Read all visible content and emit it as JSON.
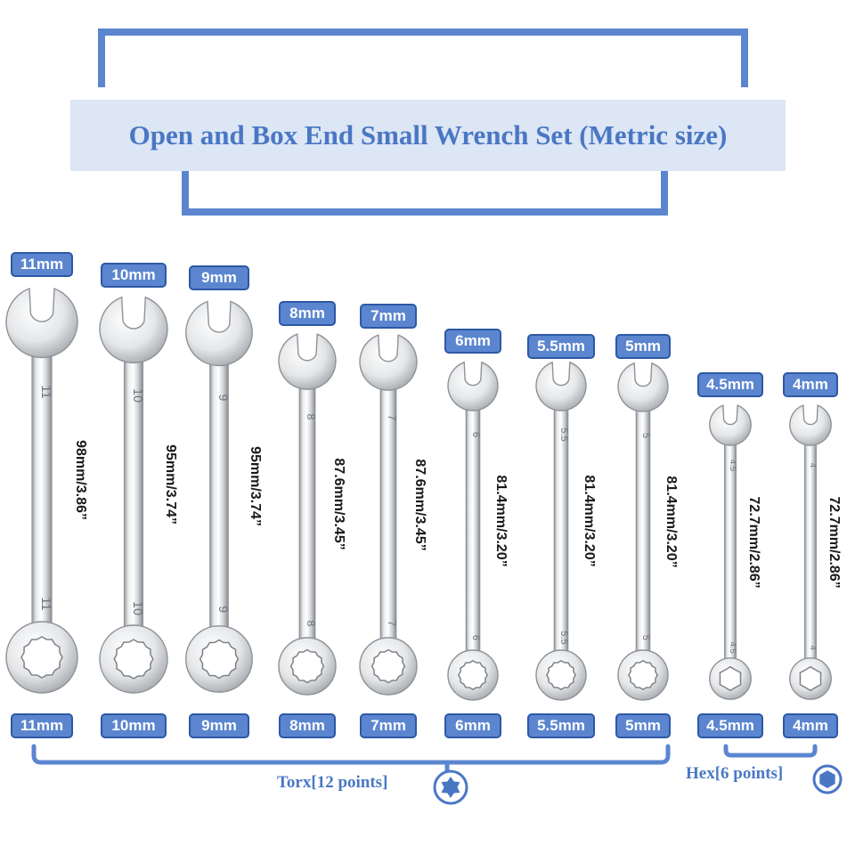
{
  "title": "Open and Box End Small Wrench Set (Metric size)",
  "wrenches": [
    {
      "size": "11mm",
      "stamp": "11",
      "length": "98mm/3.86”",
      "head": "12-point"
    },
    {
      "size": "10mm",
      "stamp": "10",
      "length": "95mm/3.74”",
      "head": "12-point"
    },
    {
      "size": "9mm",
      "stamp": "9",
      "length": "95mm/3.74”",
      "head": "12-point"
    },
    {
      "size": "8mm",
      "stamp": "8",
      "length": "87.6mm/3.45”",
      "head": "12-point"
    },
    {
      "size": "7mm",
      "stamp": "7",
      "length": "87.6mm/3.45”",
      "head": "12-point"
    },
    {
      "size": "6mm",
      "stamp": "6",
      "length": "81.4mm/3.20”",
      "head": "12-point"
    },
    {
      "size": "5.5mm",
      "stamp": "5.5",
      "length": "81.4mm/3.20”",
      "head": "12-point"
    },
    {
      "size": "5mm",
      "stamp": "5",
      "length": "81.4mm/3.20”",
      "head": "12-point"
    },
    {
      "size": "4.5mm",
      "stamp": "4.5",
      "length": "72.7mm/2.86”",
      "head": "6-point"
    },
    {
      "size": "4mm",
      "stamp": "4",
      "length": "72.7mm/2.86”",
      "head": "6-point"
    }
  ],
  "legend": {
    "torx_label": "Torx[12 points]",
    "hex_label": "Hex[6 points]"
  },
  "colors": {
    "accent": "#5b86cf",
    "tag_border": "#2d58a4",
    "title_text": "#4a77c4",
    "banner_bg": "#dce6f5",
    "chrome_light": "#f4f5f6",
    "chrome_mid": "#c9ccd0",
    "chrome_dark": "#8e9297"
  },
  "icons": {
    "torx": "torx-star-icon",
    "hex": "hexagon-icon"
  }
}
